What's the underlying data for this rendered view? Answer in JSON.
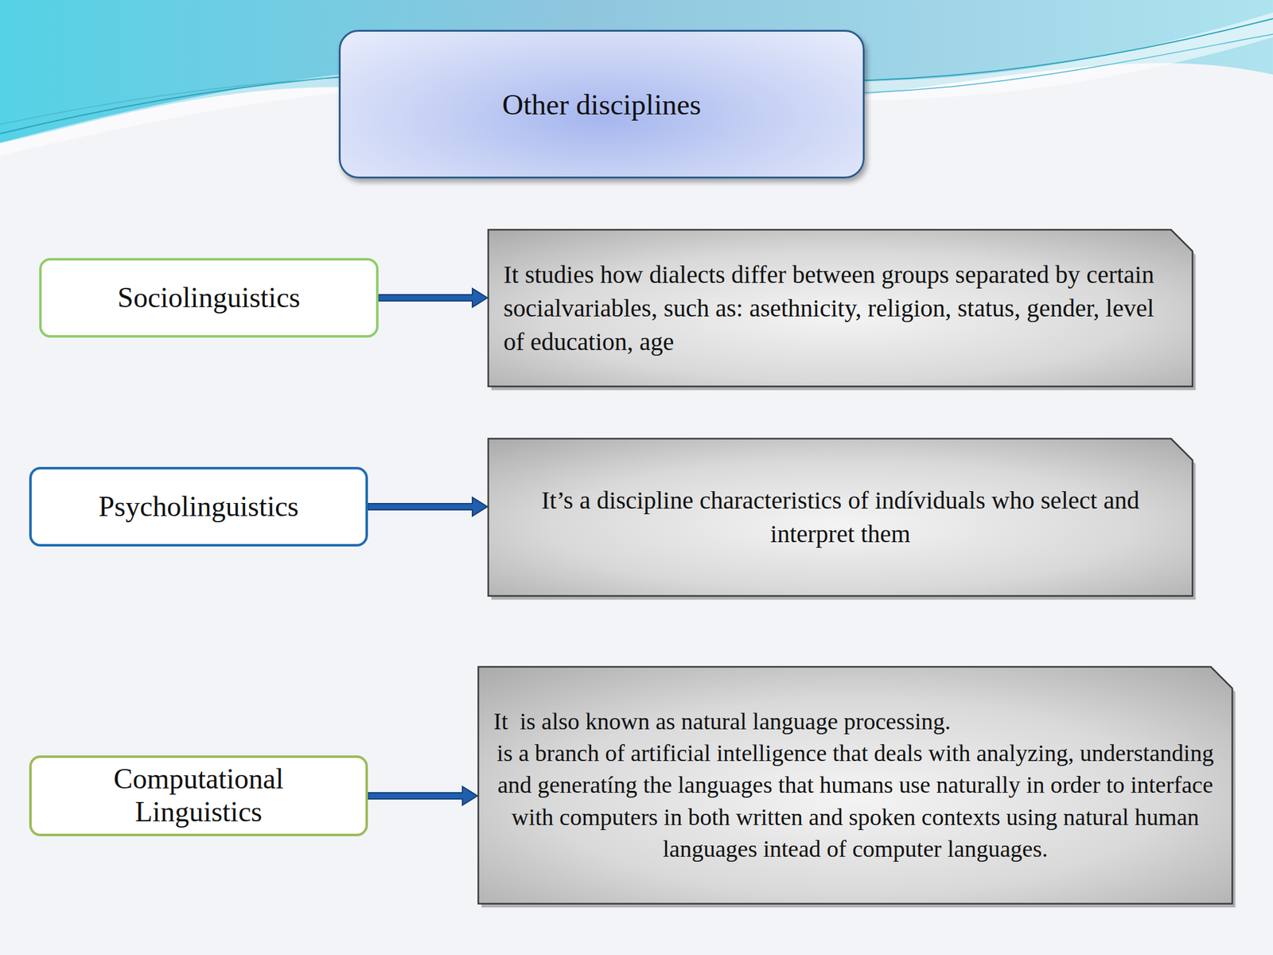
{
  "diagram": {
    "title": "Other disciplines",
    "nodes": [
      {
        "text": [
          "Sociolinguistics"
        ]
      },
      {
        "text": [
          "It studies how dialects differ between groups separated by certain socialvariables, such as: asethnicity, religion, status, gender, level of education, age"
        ]
      },
      {
        "text": [
          "Psycholinguistics"
        ]
      },
      {
        "text": [
          "It’s a discipline characteristics of indíviduals who select and interpret them"
        ]
      },
      {
        "text": [
          "Computational Linguistics"
        ]
      },
      {
        "text": [
          "It  is also known as natural language processing.",
          "is a branch of artificial intelligence that deals with analyzing, understanding and generatíng the languages that humans use naturally in order to interface with computers in both written and spoken contexts using natural human languages intead of computer languages."
        ]
      }
    ],
    "edges": [
      {
        "from": 0,
        "to": 1,
        "arrow": "to"
      },
      {
        "from": 2,
        "to": 3,
        "arrow": "to"
      },
      {
        "from": 4,
        "to": 5,
        "arrow": "to"
      }
    ]
  }
}
